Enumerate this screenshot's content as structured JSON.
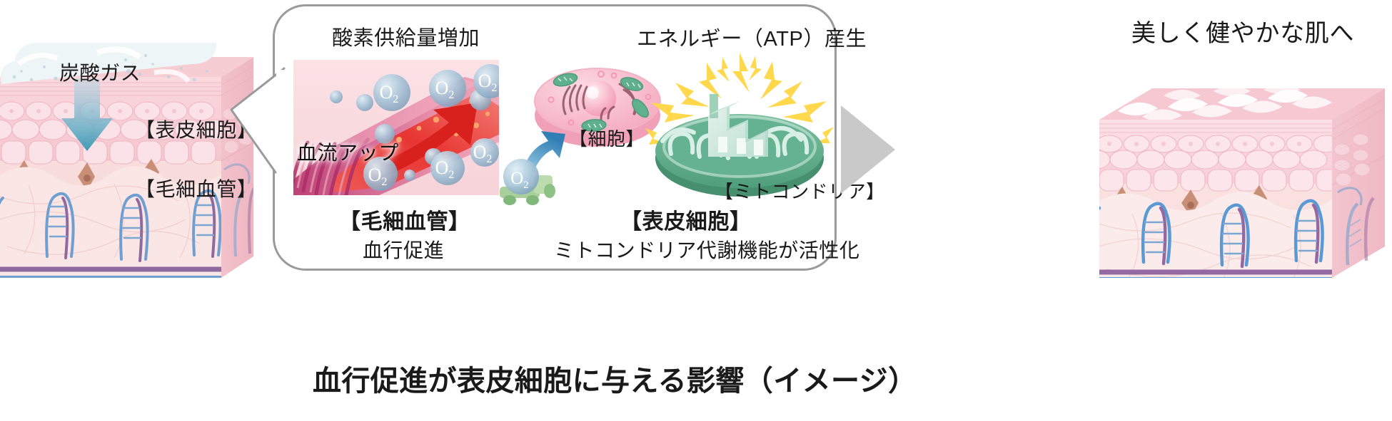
{
  "figure": {
    "caption": "血行促進が表皮細胞に与える影響（イメージ）"
  },
  "left_panel": {
    "foam_label": "炭酸ガス",
    "epidermis_label": "【表皮細胞】",
    "capillary_label": "【毛細血管】",
    "arrow_icon": "down-arrow",
    "colors": {
      "skin_pink": "#f7cdd4",
      "foam_white": "#f2f7f8",
      "arrow_blue": "#4aa3bd",
      "vein_blue": "#5a8fc4",
      "vein_purple": "#9c6a9a"
    }
  },
  "center_panel": {
    "left_block": {
      "heading": "酸素供給量増加",
      "inset_label": "血流アップ",
      "bubbles": [
        "O₂",
        "O₂",
        "O₂",
        "O₂",
        "O₂"
      ],
      "caption_title": "【毛細血管】",
      "caption_sub": "血行促進",
      "colors": {
        "vessel_magenta": "#c2487e",
        "vessel_pink": "#e38ba8",
        "blood_red": "#e8342f",
        "bubble_blue": "#9fc0d6",
        "panel_bg": "#f9dade"
      }
    },
    "right_block": {
      "heading": "エネルギー（ATP）産生",
      "cell_label": "【細胞】",
      "mitochondria_label": "【ミトコンドリア】",
      "delivery_bubble": "O₂",
      "caption_title": "【表皮細胞】",
      "caption_sub": "ミトコンドリア代謝機能が活性化",
      "colors": {
        "cell_pink": "#f6b8c6",
        "mito_green": "#6cb595",
        "factory_mint": "#cfe6db",
        "lightning_yellow": "#ffd84d",
        "uptake_arrow_blue": "#2f7fb5",
        "truck_green": "#a8cf9c"
      }
    }
  },
  "right_panel": {
    "heading": "美しく健やかな肌へ",
    "arrow_icon": "triangle-right",
    "colors": {
      "arrow_gray": "#c9c9c9",
      "skin_pink": "#f7cdd4"
    }
  }
}
